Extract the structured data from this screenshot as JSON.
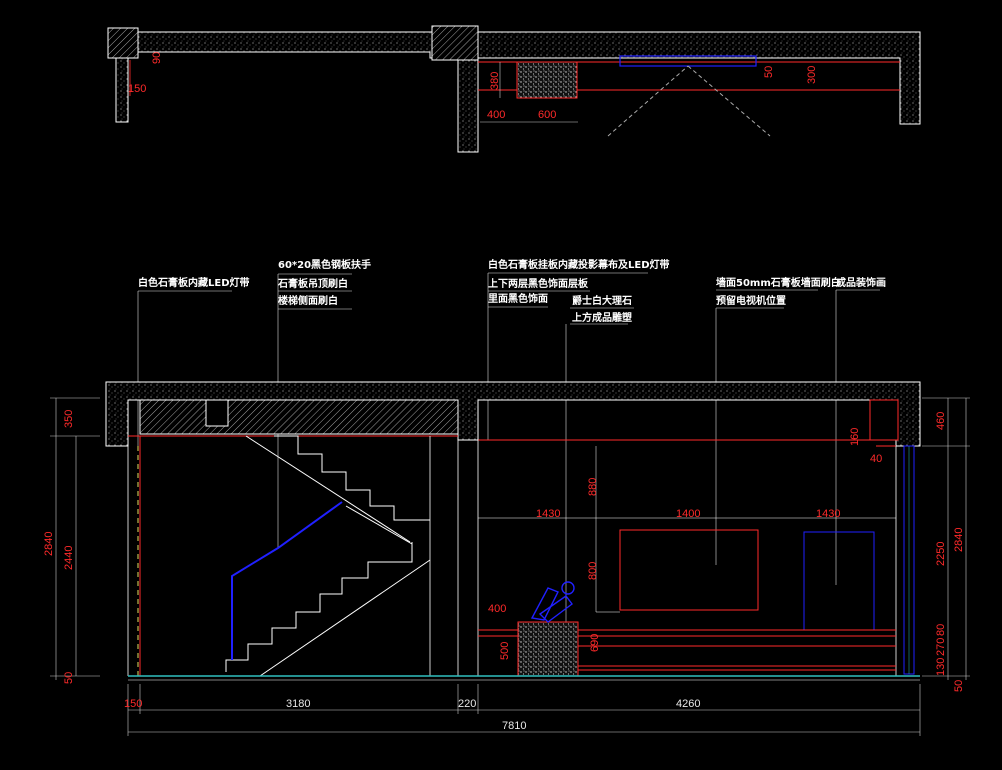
{
  "colors": {
    "background": "#000000",
    "wall_outline": "#ffffff",
    "hatch": "#bbbbbb",
    "dimension_red": "#ff2a2a",
    "handrail_blue": "#2020ff",
    "floor_cyan": "#30c0c0",
    "note_text": "#ffffff"
  },
  "plan": {
    "dims": {
      "d380": "380",
      "d400": "400",
      "d600": "600",
      "d50": "50",
      "d300": "300",
      "d150": "150",
      "d90": "90"
    }
  },
  "notes": {
    "n1": "白色石膏板内藏LED灯带",
    "n2": "60*20黑色钢板扶手",
    "n3": "石膏板吊顶刷白",
    "n4": "楼梯侧面刷白",
    "n5": "白色石膏板挂板内藏投影幕布及LED灯带",
    "n6": "上下两层黑色饰面层板",
    "n7": "里面黑色饰面",
    "n8": "爵士白大理石",
    "n9": "上方成品雕塑",
    "n10": "墙面50mm石膏板墙面刷白",
    "n11": "预留电视机位置",
    "n12": "成品装饰画"
  },
  "elevation": {
    "left_dims": {
      "d350": "350",
      "d2440": "2440",
      "d2840": "2840",
      "d50": "50"
    },
    "right_dims": {
      "d460": "460",
      "d2250": "2250",
      "d2840": "2840",
      "d270": "270",
      "d80": "80",
      "d50": "50",
      "d130": "130"
    },
    "inner_dims": {
      "d880": "880",
      "d800": "800",
      "d1430a": "1430",
      "d1400": "1400",
      "d1430b": "1430",
      "d400": "400",
      "d500": "500",
      "d690": "690",
      "d160": "160",
      "d40": "40"
    },
    "bottom_dims": {
      "d150": "150",
      "d3180": "3180",
      "d220": "220",
      "d4260": "4260",
      "d7810": "7810"
    }
  }
}
